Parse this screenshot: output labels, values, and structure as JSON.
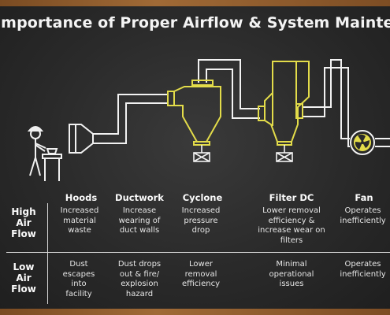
{
  "title": "Importance of Proper Airflow & System Maintenance",
  "columns": [
    "Hoods",
    "Ductwork",
    "Cyclone",
    "Filter DC",
    "Fan"
  ],
  "rows": [
    {
      "label_lines": [
        "High",
        "Air",
        "Flow"
      ],
      "cells": [
        "Increased material waste",
        "Increase wearing of duct walls",
        "Increased pressure drop",
        "Lower removal efficiency & increase wear on filters",
        "Operates inefficiently"
      ]
    },
    {
      "label_lines": [
        "Low",
        "Air",
        "Flow"
      ],
      "cells": [
        "Dust escapes into facility",
        "Dust drops out & fire/ explosion hazard",
        "Lower removal efficiency",
        "Minimal operational issues",
        "Operates inefficiently"
      ]
    }
  ],
  "colors": {
    "pipe": "#f2f2f2",
    "equipment": "#e3dc4a",
    "board": "#2a2a2a"
  }
}
